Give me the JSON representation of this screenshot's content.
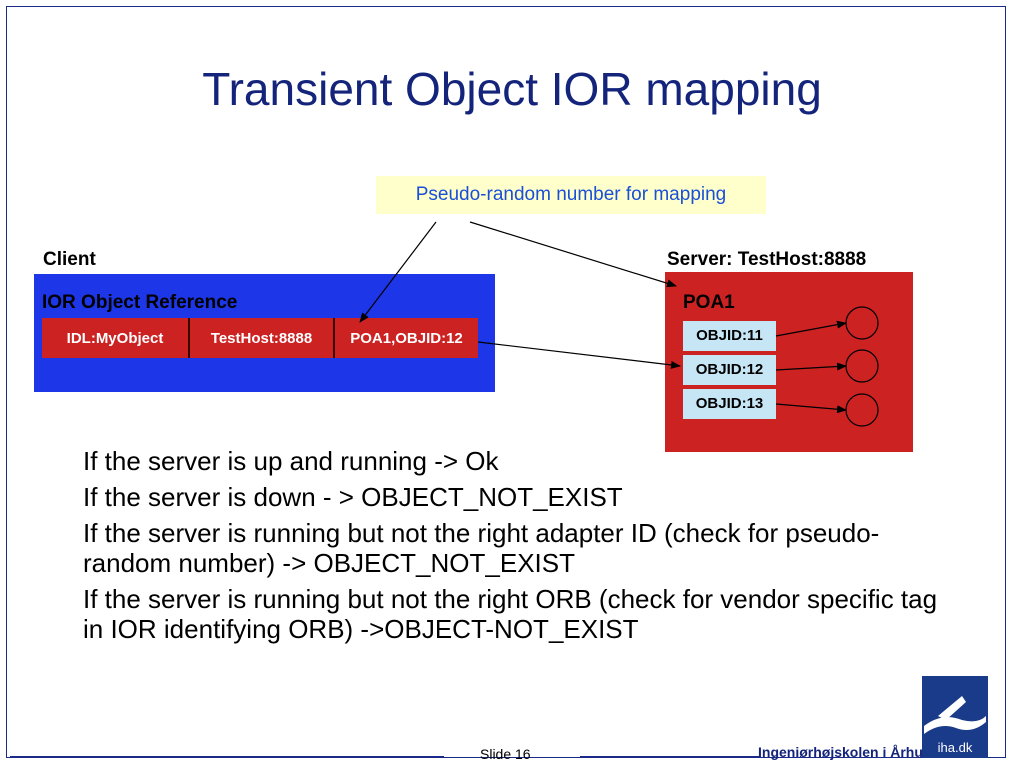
{
  "slide": {
    "title": "Transient Object IOR mapping",
    "callout": "Pseudo-random number for mapping"
  },
  "client": {
    "header": "Client",
    "ior_label": "IOR Object Reference",
    "cells": [
      "IDL:MyObject",
      "TestHost:8888",
      "POA1,OBJID:12"
    ],
    "box_color": "#1c36e8",
    "cell_color": "#cc2222"
  },
  "server": {
    "header": "Server: TestHost:8888",
    "poa_label": "POA1",
    "objids": [
      "OBJID:11",
      "OBJID:12",
      "OBJID:13"
    ],
    "box_color": "#cc2222",
    "objid_color": "#c6e6f6"
  },
  "bullets": [
    "If the server is up and running -> Ok",
    "If the server is down - > OBJECT_NOT_EXIST",
    "If the server is running but not the right adapter ID (check for pseudo-random number) -> OBJECT_NOT_EXIST",
    "If the server is running but not the right ORB (check for vendor specific tag in IOR identifying ORB) ->OBJECT-NOT_EXIST"
  ],
  "footer": {
    "slide_label": "Slide 16",
    "school": "Ingeniørhøjskolen i Århus",
    "logo_text": "iha.dk"
  },
  "colors": {
    "title": "#14247a",
    "callout_bg": "#ffffcc",
    "callout_text": "#1a4fd8"
  }
}
